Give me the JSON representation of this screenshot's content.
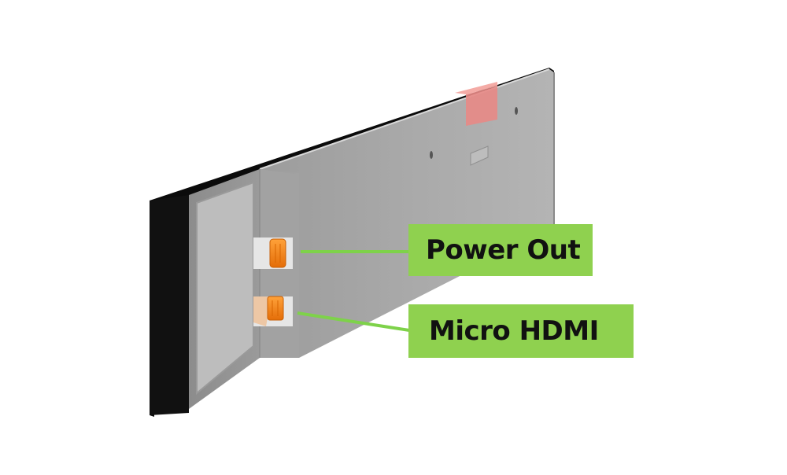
{
  "diagram": {
    "subject": "bar-type display monitor, rear/side view",
    "colors": {
      "label_background": "#8fd14f",
      "leader_line": "#7ed24a",
      "label_text": "#111111",
      "housing": "#a7a7a7",
      "bezel": "#0b0b0b",
      "port": "#f08a1c",
      "tag": "#e88a86"
    },
    "callouts": [
      {
        "id": "power-out",
        "label": "Power Out"
      },
      {
        "id": "micro-hdmi",
        "label": "Micro HDMI"
      }
    ]
  }
}
